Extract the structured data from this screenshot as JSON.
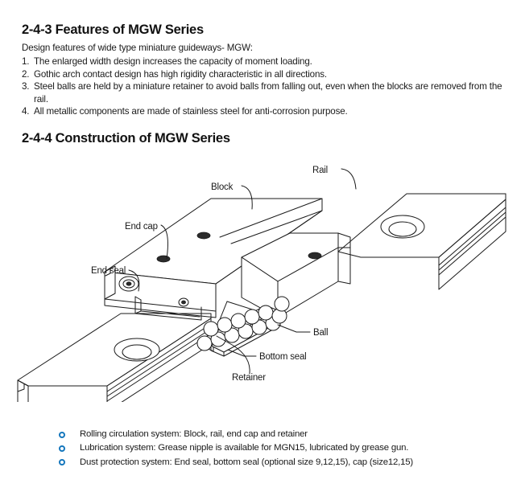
{
  "document": {
    "section_243": {
      "heading": "2-4-3 Features of MGW Series",
      "intro": "Design features of wide type miniature guideways- MGW:",
      "items": [
        {
          "num": "1.",
          "text": "The enlarged width design increases the capacity of moment loading."
        },
        {
          "num": "2.",
          "text": "Gothic arch contact design has high rigidity characteristic in all directions."
        },
        {
          "num": "3.",
          "text": "Steel balls are held by a miniature retainer to avoid balls from falling out, even when the blocks are removed from the rail."
        },
        {
          "num": "4.",
          "text": "All metallic components are made of stainless steel for anti-corrosion purpose."
        }
      ]
    },
    "section_244": {
      "heading": "2-4-4 Construction of MGW Series",
      "bullets": [
        "Rolling circulation system: Block, rail, end cap and retainer",
        "Lubrication system: Grease nipple is available for MGN15, lubricated by grease gun.",
        "Dust protection system: End seal, bottom seal (optional size 9,12,15), cap (size12,15)"
      ],
      "bullet_marker": "open-circle-blue",
      "bullet_color": "#1577bd"
    }
  },
  "diagram": {
    "title": "MGW linear guideway exploded construction isometric drawing",
    "callouts": [
      {
        "id": "rail",
        "label": "Rail"
      },
      {
        "id": "block",
        "label": "Block"
      },
      {
        "id": "end-cap",
        "label": "End cap"
      },
      {
        "id": "end-seal",
        "label": "End seal"
      },
      {
        "id": "ball",
        "label": "Ball"
      },
      {
        "id": "bottom-seal",
        "label": "Bottom seal"
      },
      {
        "id": "retainer",
        "label": "Retainer"
      }
    ],
    "line_color": "#1a1a1a",
    "fill_color": "#ffffff"
  }
}
